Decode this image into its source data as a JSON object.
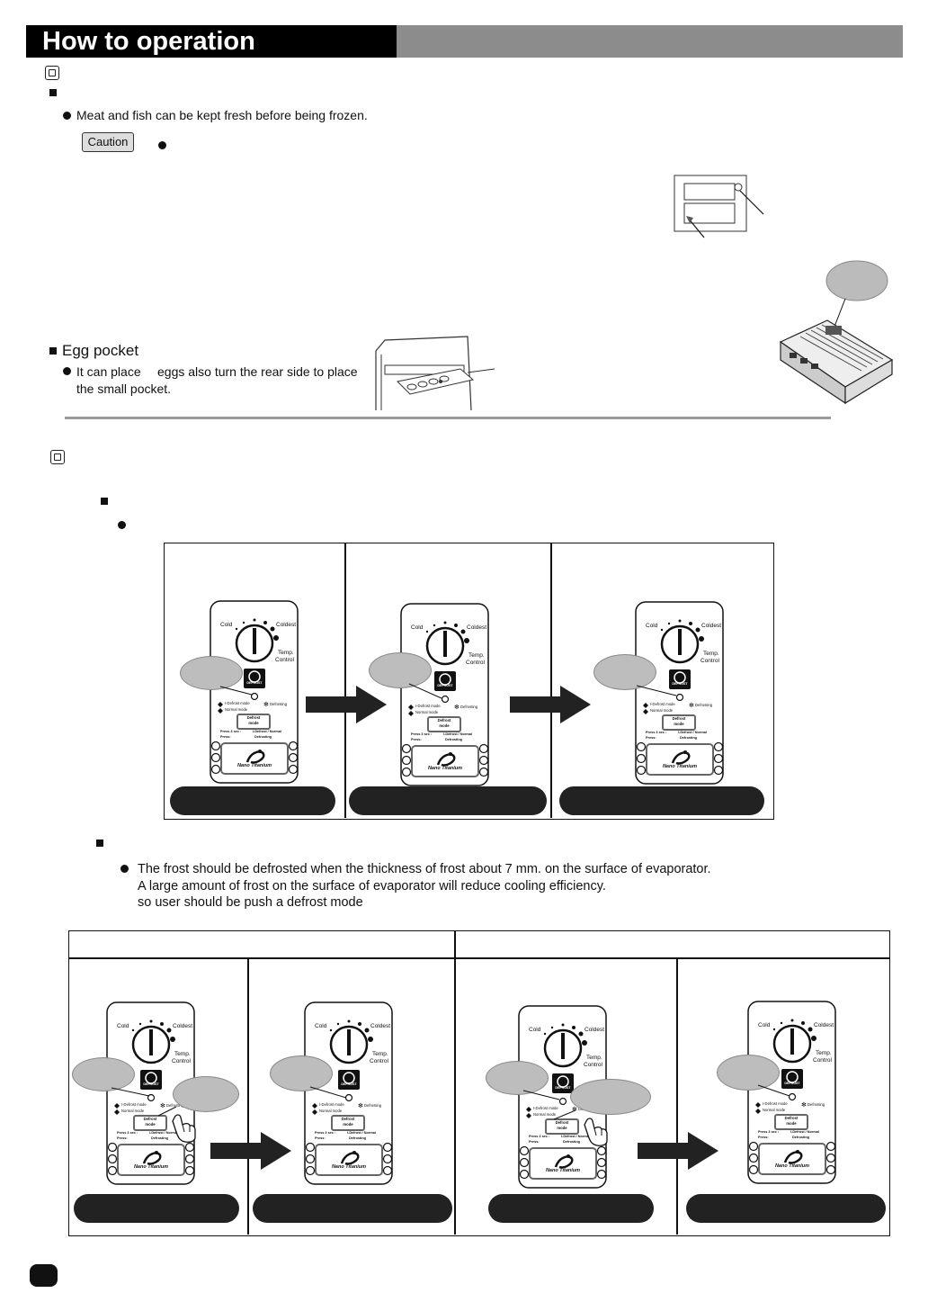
{
  "header": {
    "title": "How to operation"
  },
  "section1": {
    "bullet_text": "Meat and fish can be kept fresh before being frozen.",
    "caution_label": "Caution"
  },
  "egg_pocket": {
    "heading": "Egg pocket",
    "line1_a": "It can place",
    "line1_b": "eggs also turn the rear side to place",
    "line2": "the small pocket."
  },
  "section2": {
    "panel_labels": {
      "cold": "Cold",
      "coldest": "Coldest",
      "temp": "Temp.",
      "control": "Control",
      "defrost_badge": "DEFROST",
      "idefrost_mode": "I-Defrost mode",
      "defrosting": "Defrosting",
      "normal_mode": "Normal mode",
      "defrost_btn_1": "Defrost",
      "defrost_btn_2": "mode",
      "press3": "Press 3 sec :",
      "press3_val": "I-Defrost / Normal",
      "press": "Press:",
      "press_val": "Defrosting",
      "nano": "Nano Titanium"
    }
  },
  "defrost_info": {
    "line1": "The frost should be defrosted when the thickness of frost about 7 mm. on the surface of evaporator.",
    "line2": "A large amount of frost on the surface of evaporator will reduce cooling efficiency.",
    "line3": "so user should  be push a   defrost mode"
  }
}
